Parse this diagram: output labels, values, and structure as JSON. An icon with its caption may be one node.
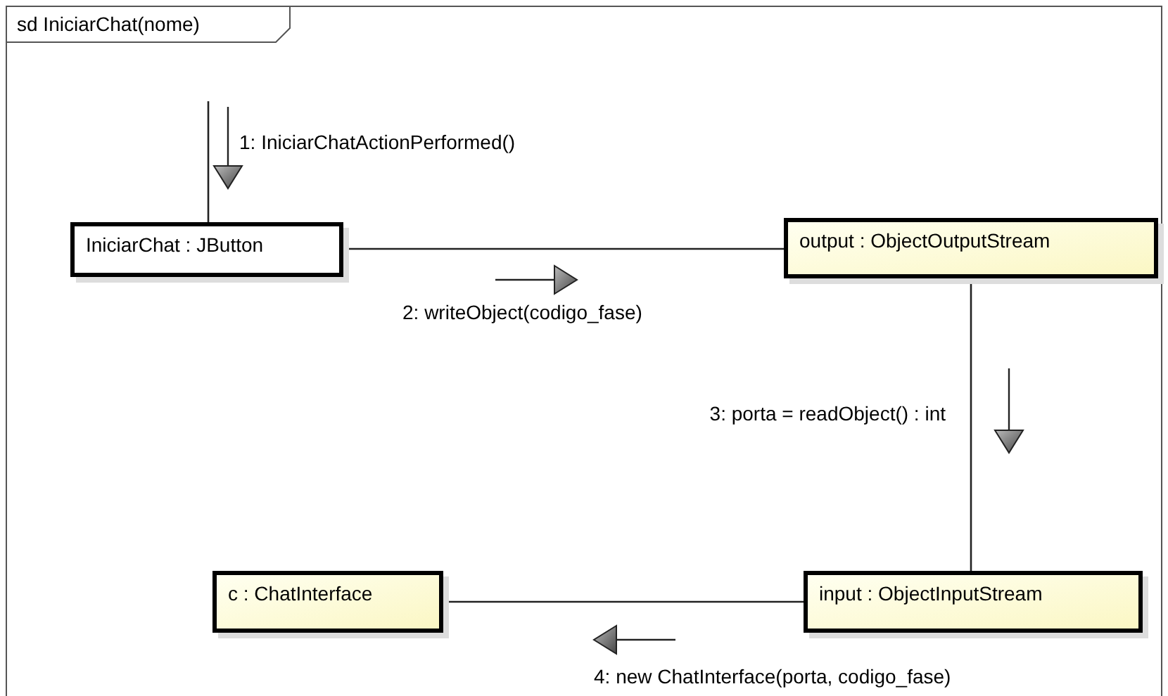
{
  "diagram": {
    "title": "sd IniciarChat(nome)",
    "nodes": [
      {
        "text": [
          "IniciarChat : JButton"
        ]
      },
      {
        "text": [
          "output : ObjectOutputStream"
        ]
      },
      {
        "text": [
          "c : ChatInterface"
        ]
      },
      {
        "text": [
          "input : ObjectInputStream"
        ]
      }
    ],
    "edges": [
      {
        "from": null,
        "to": 0,
        "arrow": "none",
        "label": "1: IniciarChatActionPerformed()"
      },
      {
        "from": 0,
        "to": 1,
        "arrow": "none",
        "label": "2: writeObject(codigo_fase)"
      },
      {
        "from": 1,
        "to": 3,
        "arrow": "none",
        "label": "3: porta = readObject() : int"
      },
      {
        "from": 3,
        "to": 2,
        "arrow": "none",
        "label": "4: new ChatInterface(porta, codigo_fase)"
      }
    ]
  }
}
